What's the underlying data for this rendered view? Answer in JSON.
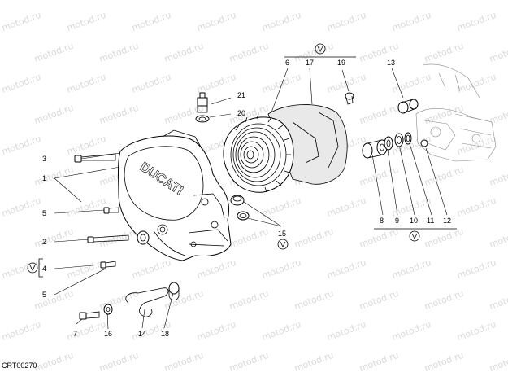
{
  "watermark": "motod.ru",
  "brand_on_cover": "DUCATI",
  "drawing_code": "CRT00270",
  "callouts": {
    "c1": "1",
    "c2": "2",
    "c3": "3",
    "c4": "4",
    "c5a": "5",
    "c5b": "5",
    "c6": "6",
    "c7": "7",
    "c8": "8",
    "c9": "9",
    "c10": "10",
    "c11": "11",
    "c12": "12",
    "c13": "13",
    "c14": "14",
    "c15": "15",
    "c16": "16",
    "c17": "17",
    "c18": "18",
    "c19": "19",
    "c20": "20",
    "c21": "21"
  }
}
